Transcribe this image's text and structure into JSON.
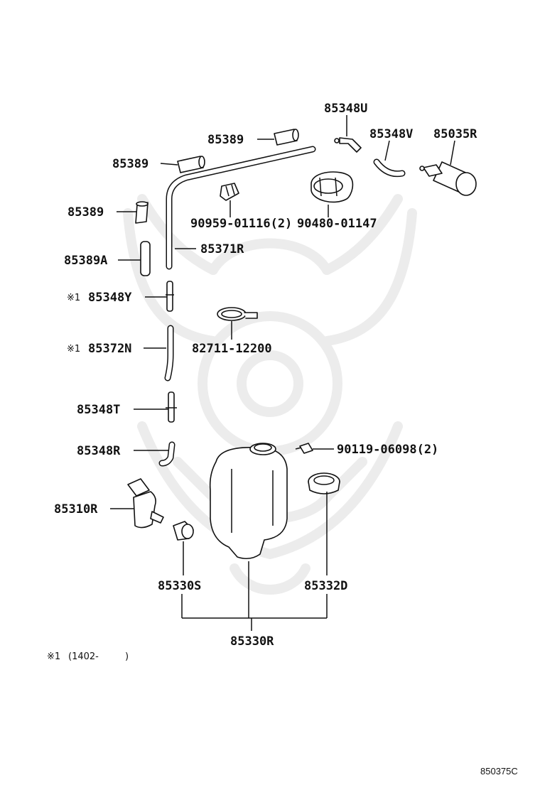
{
  "labels": {
    "p85348U": "85348U",
    "p85348V": "85348V",
    "p85035R": "85035R",
    "p85389_top": "85389",
    "p85389_mid": "85389",
    "p85389_left": "85389",
    "p85389A": "85389A",
    "p85371R": "85371R",
    "p90959": "90959-01116(2)",
    "p90480": "90480-01147",
    "p85348Y": "85348Y",
    "p82711": "82711-12200",
    "p85372N": "85372N",
    "p85348T": "85348T",
    "p85348R": "85348R",
    "p90119": "90119-06098(2)",
    "p85310R": "85310R",
    "p85330S": "85330S",
    "p85332D": "85332D",
    "p85330R": "85330R"
  },
  "notes": {
    "mark_y": "※1",
    "mark_n": "※1",
    "footnote_mark": "※1",
    "footnote_range": "(1402-",
    "footnote_close": ")"
  },
  "diagram_code": "850375C"
}
